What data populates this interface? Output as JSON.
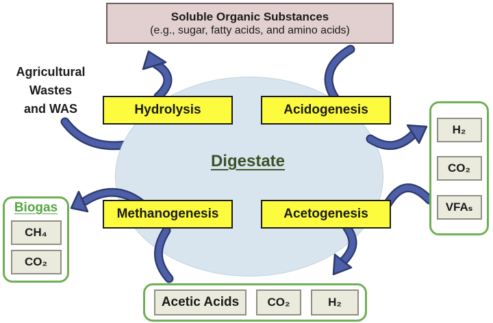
{
  "colors": {
    "process_box_fill": "#fcfb3d",
    "soluble_box_fill": "#e2cfd0",
    "digester_fill": "#d9e5ee",
    "panel_border_green": "#6cb052",
    "chem_box_fill": "#eaebdc",
    "arrow_blue": "#4c5fa8",
    "arrow_outline": "#2e3a6d",
    "digestate_green": "#3b5226",
    "biogas_green": "#55a643"
  },
  "soluble_box": {
    "title": "Soluble Organic Substances",
    "subtitle": "(e.g., sugar, fatty acids, and amino acids)"
  },
  "feed_label": {
    "line1": "Agricultural",
    "line2": "Wastes",
    "line3": "and WAS"
  },
  "digester": {
    "label": "Digestate"
  },
  "processes": {
    "hydrolysis": "Hydrolysis",
    "acidogenesis": "Acidogenesis",
    "methanogenesis": "Methanogenesis",
    "acetogenesis": "Acetogenesis"
  },
  "right_panel": {
    "items": [
      "H₂",
      "CO₂",
      "VFAₛ"
    ]
  },
  "biogas_panel": {
    "title": "Biogas",
    "items": [
      "CH₄",
      "CO₂"
    ]
  },
  "bottom_panel": {
    "items": [
      "Acetic Acids",
      "CO₂",
      "H₂"
    ]
  }
}
